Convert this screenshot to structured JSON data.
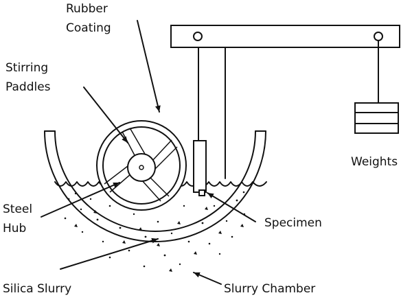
{
  "labels": {
    "rubber_coating_line1": "Rubber",
    "rubber_coating_line2": "Coating",
    "stirring_paddles_line1": "Stirring",
    "stirring_paddles_line2": "Paddles",
    "steel_hub_line1": "Steel",
    "steel_hub_line2": "Hub",
    "silica_slurry": "Silica Slurry",
    "slurry_chamber": "Slurry Chamber",
    "specimen": "Specimen",
    "weights": "Weights"
  }
}
